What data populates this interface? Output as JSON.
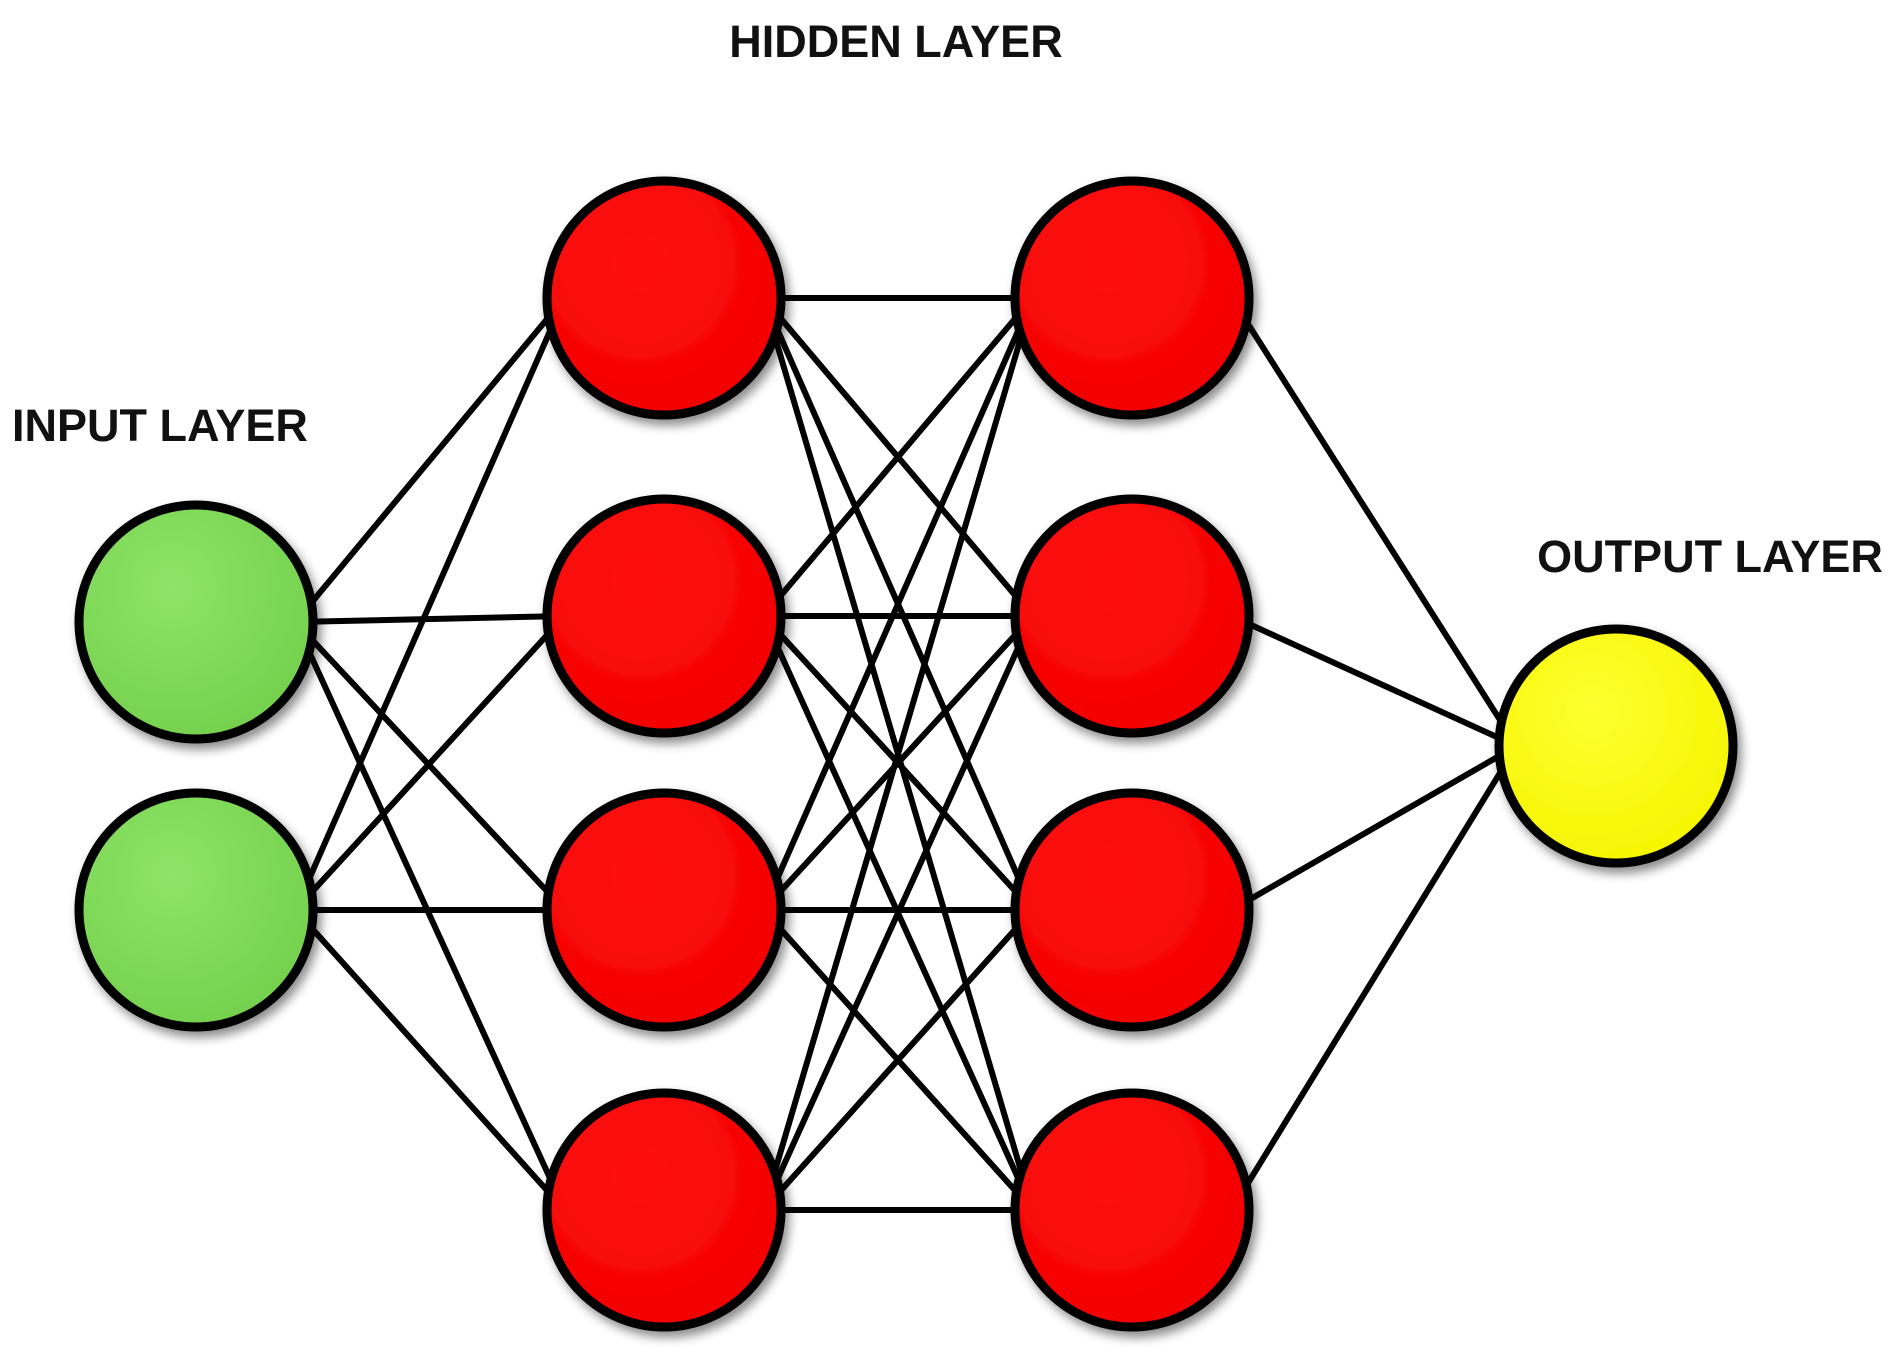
{
  "labels": {
    "hidden": "HIDDEN LAYER",
    "input": "INPUT LAYER",
    "output": "OUTPUT LAYER"
  },
  "colors": {
    "input_node": "#7ed957",
    "hidden_node": "#ff0000",
    "output_node": "#ffff00",
    "edge": "#000000"
  },
  "network": {
    "layers": [
      {
        "role": "input",
        "units": 2
      },
      {
        "role": "hidden",
        "units": 4
      },
      {
        "role": "hidden",
        "units": 4
      },
      {
        "role": "output",
        "units": 1
      }
    ],
    "connectivity": "fully-connected"
  }
}
